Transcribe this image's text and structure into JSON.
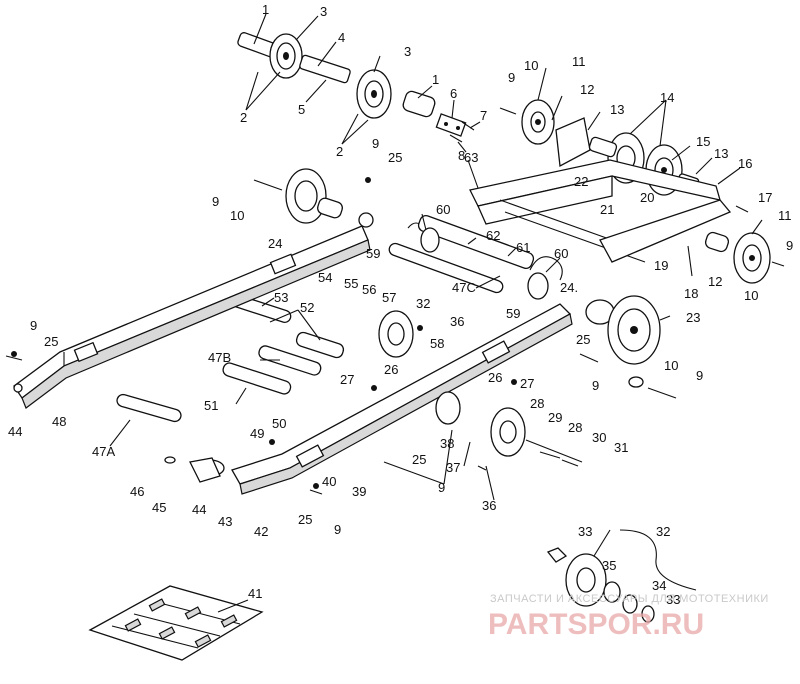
{
  "diagram": {
    "callouts": [
      "1",
      "3",
      "4",
      "2",
      "5",
      "3",
      "1",
      "6",
      "7",
      "8",
      "9",
      "10",
      "11",
      "12",
      "13",
      "14",
      "15",
      "13",
      "16",
      "2",
      "9",
      "25",
      "63",
      "9",
      "10",
      "22",
      "20",
      "21",
      "17",
      "11",
      "9",
      "24",
      "60",
      "62",
      "61",
      "60",
      "19",
      "18",
      "12",
      "10",
      "59",
      "54",
      "55",
      "56",
      "57",
      "47C",
      "53",
      "52",
      "32",
      "36",
      "24.",
      "59",
      "23",
      "9",
      "25",
      "48",
      "44",
      "58",
      "26",
      "26",
      "10",
      "9",
      "47B",
      "51",
      "27",
      "27",
      "25",
      "9",
      "28",
      "29",
      "28",
      "30",
      "31",
      "47A",
      "49",
      "50",
      "38",
      "37",
      "46",
      "45",
      "44",
      "43",
      "42",
      "40",
      "39",
      "25",
      "9",
      "25",
      "9",
      "36",
      "33",
      "32",
      "35",
      "34",
      "33",
      "41"
    ]
  },
  "watermark": {
    "top_text": "ЗАПЧАСТИ И АКСЕССУАРЫ ДЛЯ МОТОТЕХНИКИ",
    "logo_text": "PARTSPOR.RU"
  }
}
